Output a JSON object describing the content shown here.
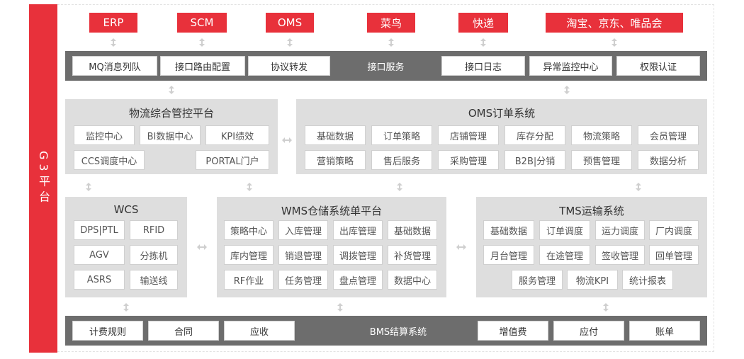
{
  "platform_label": "G3平台",
  "top_systems": [
    "ERP",
    "SCM",
    "OMS",
    "菜鸟",
    "快递",
    "淘宝、京东、唯品会"
  ],
  "interface_bar": {
    "left": [
      "MQ消息列队",
      "接口路由配置",
      "协议转发"
    ],
    "center": "接口服务",
    "right": [
      "接口日志",
      "异常监控中心",
      "权限认证"
    ]
  },
  "logistics_platform": {
    "title": "物流综合管控平台",
    "items": [
      "监控中心",
      "BI数据中心",
      "KPI绩效",
      "CCS调度中心",
      "PORTAL门户"
    ]
  },
  "oms_system": {
    "title": "OMS订单系统",
    "items": [
      "基础数据",
      "订单策略",
      "店铺管理",
      "库存分配",
      "物流策略",
      "会员管理",
      "营销策略",
      "售后服务",
      "采购管理",
      "B2B|分销",
      "预售管理",
      "数据分析"
    ]
  },
  "wcs": {
    "title": "WCS",
    "items": [
      "DPS|PTL",
      "RFID",
      "AGV",
      "分拣机",
      "ASRS",
      "输送线"
    ]
  },
  "wms": {
    "title": "WMS仓储系统单平台",
    "items": [
      "策略中心",
      "入库管理",
      "出库管理",
      "基础数据",
      "库内管理",
      "销退管理",
      "调拨管理",
      "补货管理",
      "RF作业",
      "任务管理",
      "盘点管理",
      "数据中心"
    ]
  },
  "tms": {
    "title": "TMS运输系统",
    "items": [
      "基础数据",
      "订单调度",
      "运力调度",
      "厂内调度",
      "月台管理",
      "在途管理",
      "签收管理",
      "回单管理",
      "服务管理",
      "物流KPI",
      "统计报表"
    ]
  },
  "bms_bar": {
    "left": [
      "计费规则",
      "合同",
      "应收"
    ],
    "center": "BMS结算系统",
    "right": [
      "增值费",
      "应付",
      "账单"
    ]
  }
}
